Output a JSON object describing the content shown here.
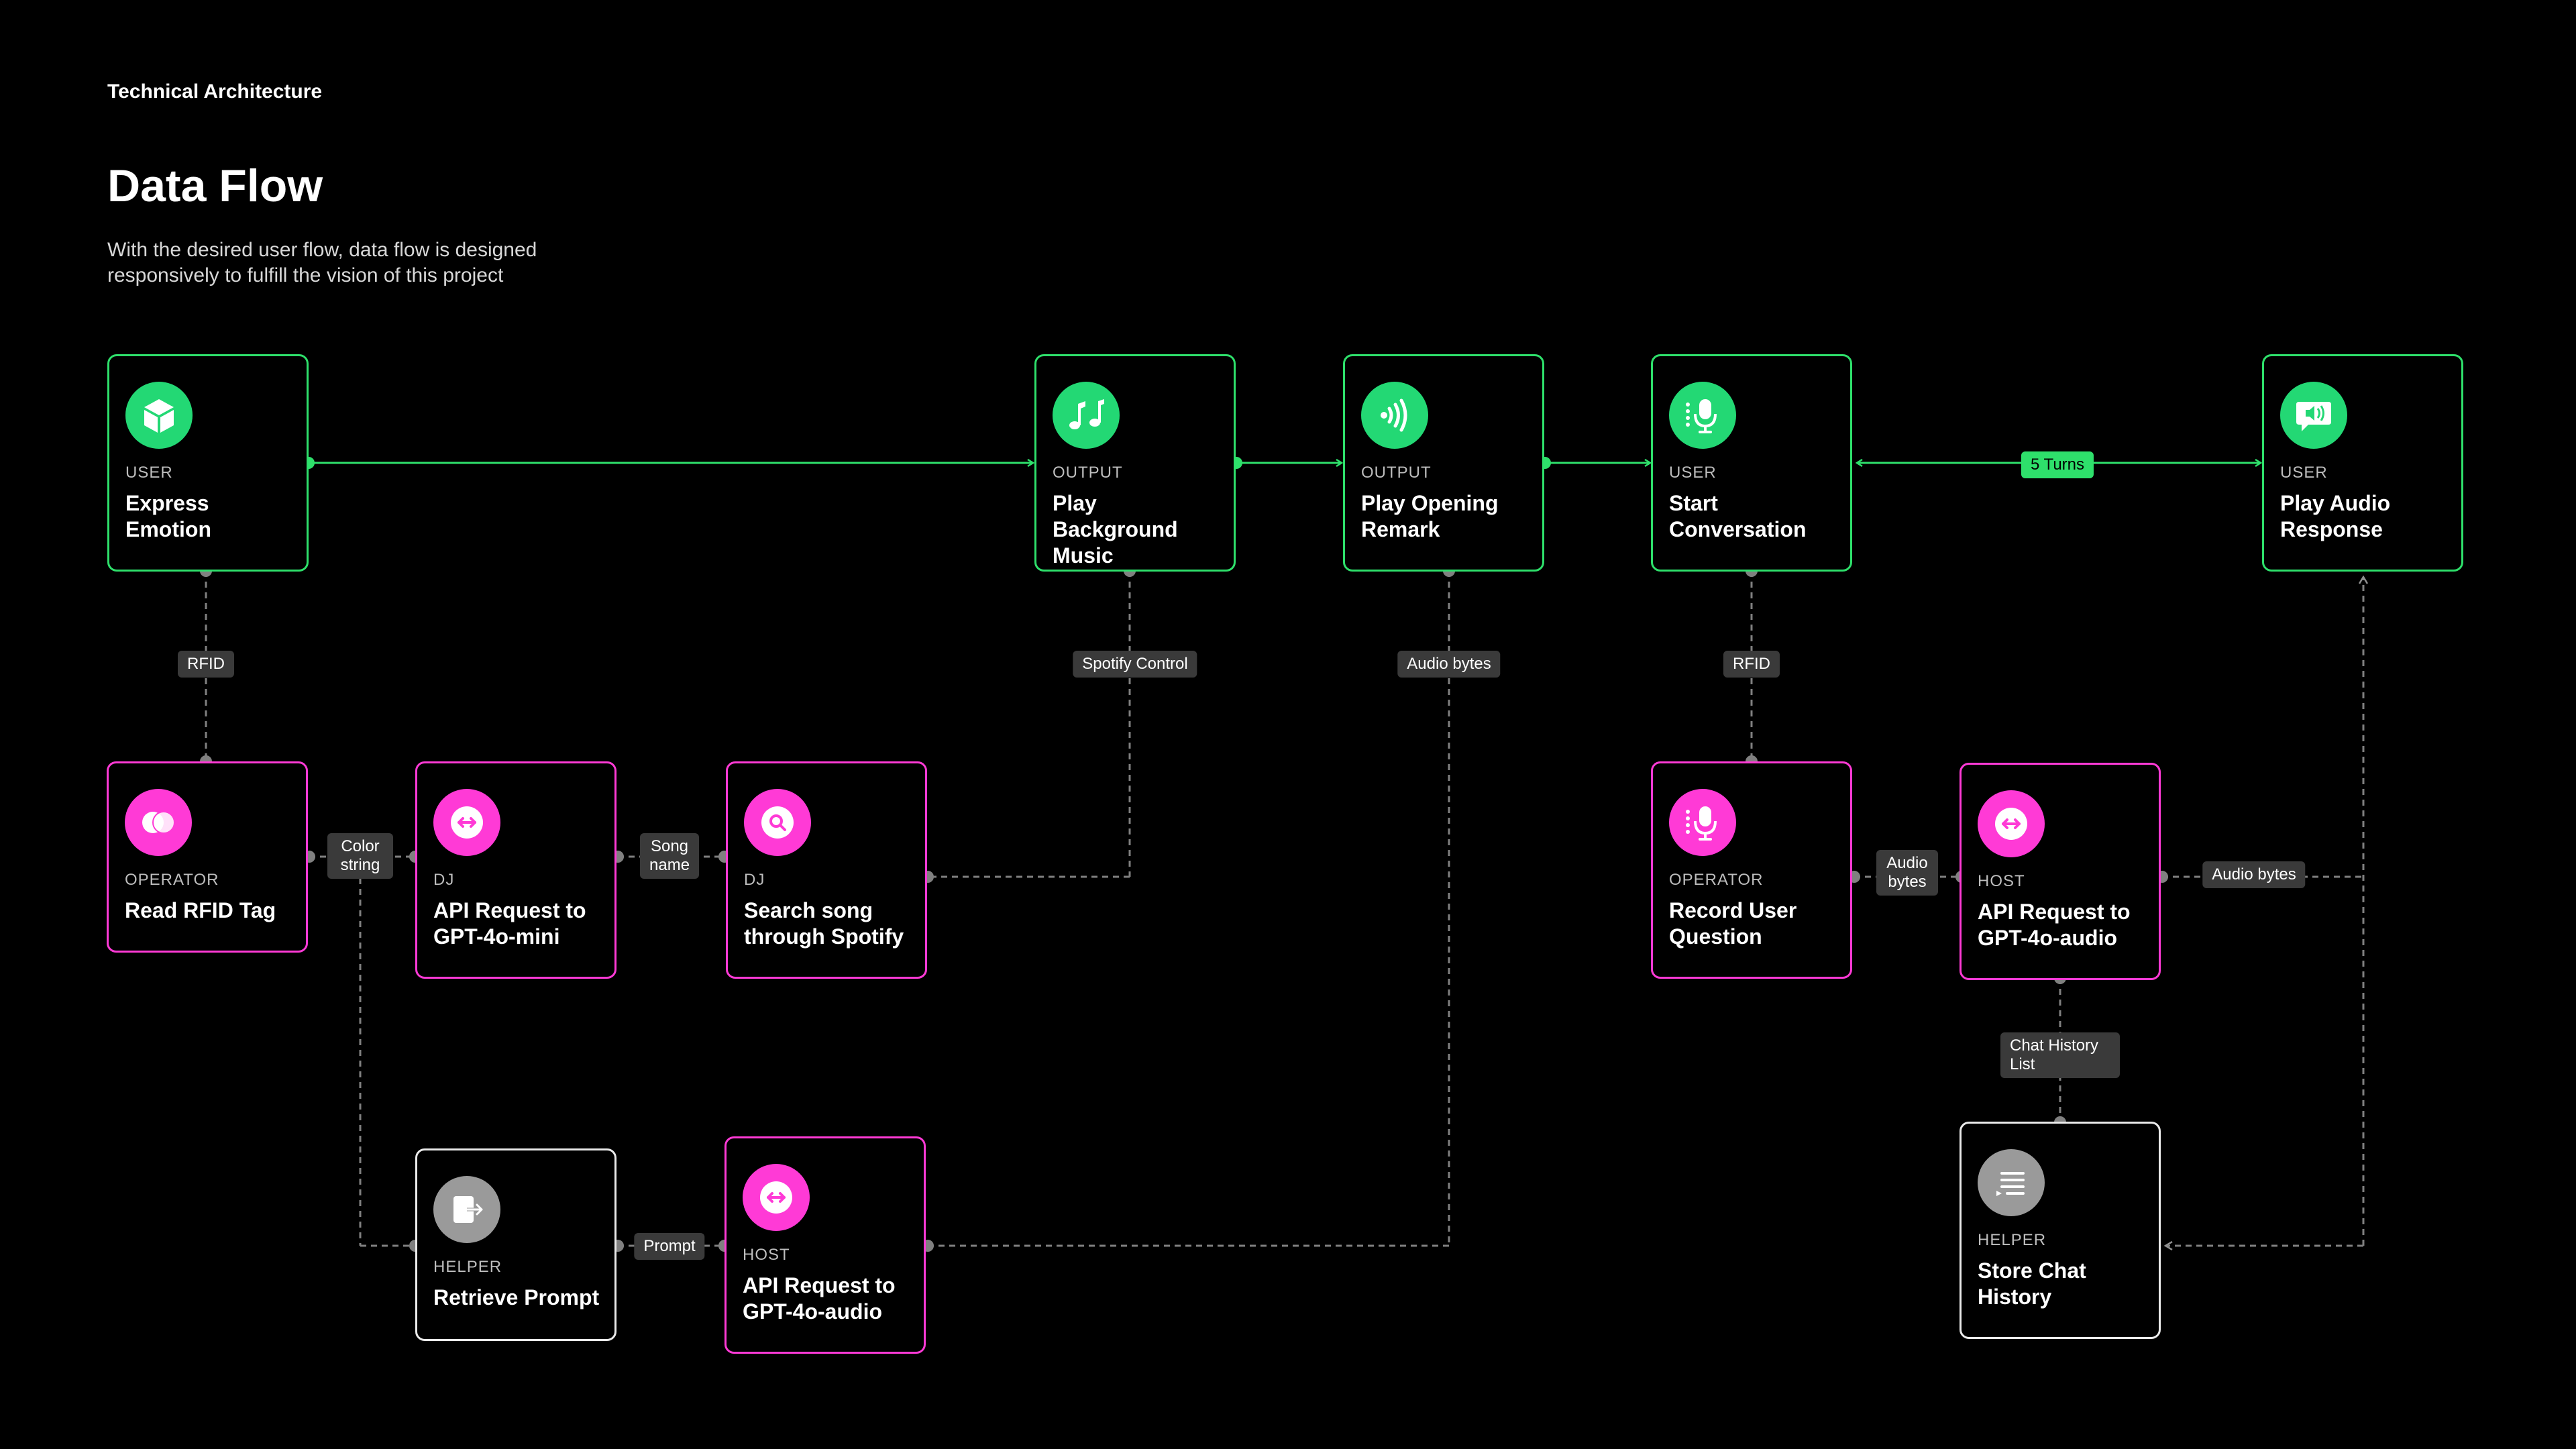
{
  "header": {
    "eyebrow": "Technical Architecture",
    "title": "Data Flow",
    "subtitle": "With the desired user flow, data flow is designed responsively to fulfill the vision of this project"
  },
  "colors": {
    "user": "#2ee06b",
    "operator": "#ff3ad6",
    "helper": "#eaeaea",
    "connector": "#808080",
    "label_bg": "#3a3a3a"
  },
  "nodes": {
    "express_emotion": {
      "role": "USER",
      "name": "Express Emotion",
      "icon": "cube-icon"
    },
    "play_background_music": {
      "role": "OUTPUT",
      "name": "Play Background Music",
      "icon": "music-notes-icon"
    },
    "play_opening_remark": {
      "role": "OUTPUT",
      "name": "Play Opening Remark",
      "icon": "sound-waves-icon"
    },
    "start_conversation": {
      "role": "USER",
      "name": "Start Conversation",
      "icon": "microphone-icon"
    },
    "play_audio_response": {
      "role": "USER",
      "name": "Play Audio Response",
      "icon": "speech-speaker-icon"
    },
    "read_rfid_tag": {
      "role": "OPERATOR",
      "name": "Read RFID Tag",
      "icon": "overlapping-circles-icon"
    },
    "api_request_mini": {
      "role": "DJ",
      "name": "API Request to GPT-4o-mini",
      "icon": "api-arrows-icon"
    },
    "search_song": {
      "role": "DJ",
      "name": "Search song through Spotify",
      "icon": "search-icon"
    },
    "record_user_question": {
      "role": "OPERATOR",
      "name": "Record User Question",
      "icon": "microphone-icon"
    },
    "api_request_audio_right": {
      "role": "HOST",
      "name": "API Request to GPT-4o-audio",
      "icon": "api-arrows-icon"
    },
    "retrieve_prompt": {
      "role": "HELPER",
      "name": "Retrieve Prompt",
      "icon": "export-icon"
    },
    "api_request_audio_left": {
      "role": "HOST",
      "name": "API Request to GPT-4o-audio",
      "icon": "api-arrows-icon"
    },
    "store_chat_history": {
      "role": "HELPER",
      "name": "Store Chat History",
      "icon": "list-icon"
    }
  },
  "labels": {
    "rfid_1": "RFID",
    "spotify_control": "Spotify Control",
    "audio_bytes_1": "Audio bytes",
    "rfid_2": "RFID",
    "five_turns": "5 Turns",
    "color_string": "Color string",
    "song_name": "Song name",
    "audio_bytes_2": "Audio bytes",
    "audio_bytes_3": "Audio bytes",
    "chat_history_list": "Chat History List",
    "prompt": "Prompt"
  }
}
